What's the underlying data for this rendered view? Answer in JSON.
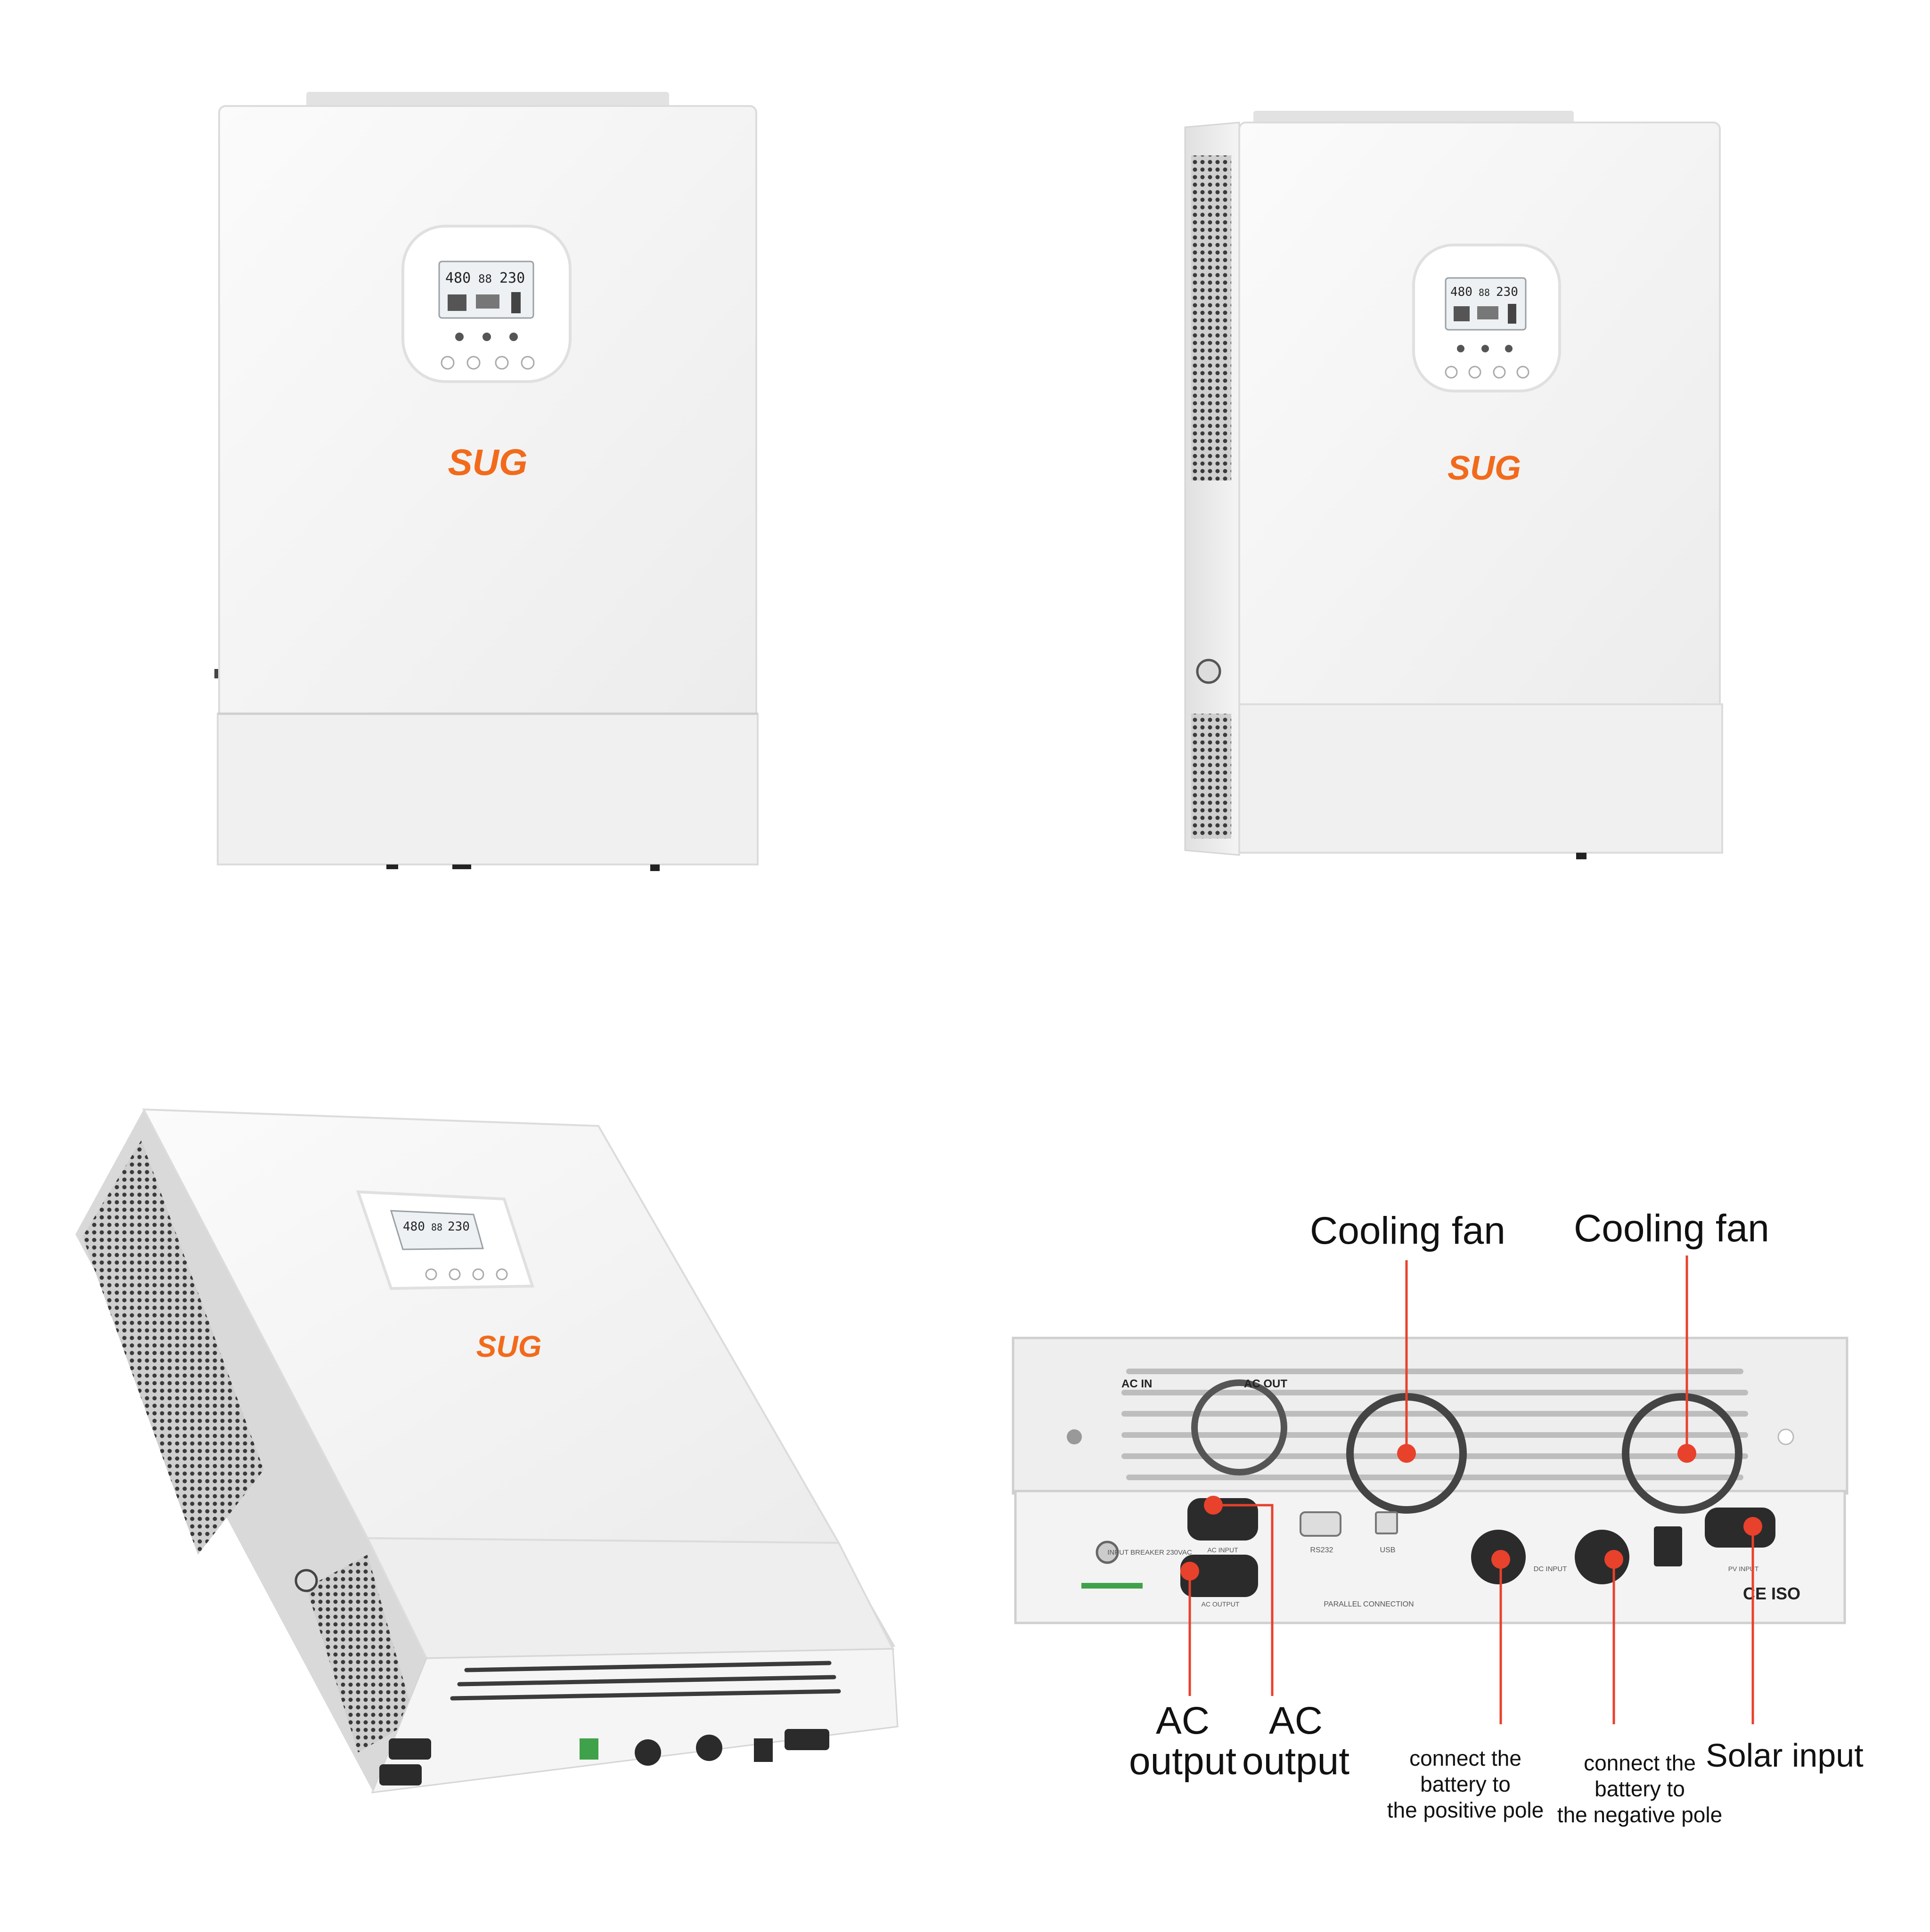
{
  "brand": {
    "logo_text": "SUG",
    "accent": "#f26a1b"
  },
  "lcd": {
    "left_value": "480",
    "mid_value": "88",
    "right_value": "230"
  },
  "views": [
    {
      "name": "front-view"
    },
    {
      "name": "angled-side-view"
    },
    {
      "name": "perspective-top-view"
    },
    {
      "name": "bottom-panel-view"
    }
  ],
  "panel_markings": {
    "ac_in": "AC IN",
    "ac_out": "AC OUT",
    "input_breaker": "INPUT BREAKER 230VAC",
    "ac_input": "AC INPUT",
    "ac_output": "AC OUTPUT",
    "rs232": "RS232",
    "usb": "USB",
    "parallel": "PARALLEL CONNECTION",
    "dc_input": "DC INPUT",
    "pv_input": "PV INPUT",
    "cert": "CE ISO"
  },
  "callouts": {
    "cooling_fan_1": "Cooling fan",
    "cooling_fan_2": "Cooling fan",
    "ac_output_1_line1": "AC",
    "ac_output_1_line2": "output",
    "ac_output_2_line1": "AC",
    "ac_output_2_line2": "output",
    "battery_pos_line1": "connect the",
    "battery_pos_line2": "battery to",
    "battery_pos_line3": "the positive pole",
    "battery_neg_line1": "connect the",
    "battery_neg_line2": "battery to",
    "battery_neg_line3": "the negative pole",
    "solar_input": "Solar input"
  },
  "colors": {
    "callout_line": "#e8412c",
    "body": "#f2f2f2",
    "port": "#2b2b2b"
  }
}
